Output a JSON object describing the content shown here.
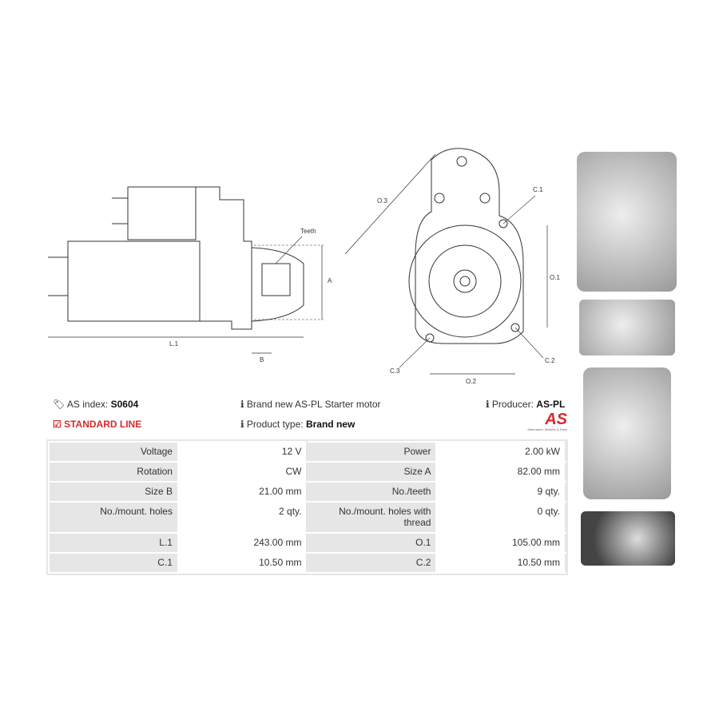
{
  "drawing_labels": {
    "teeth": "Teeth",
    "a": "A",
    "l1": "L.1",
    "b": "B",
    "o3": "O.3",
    "c1": "C.1",
    "o1": "O.1",
    "c2": "C.2",
    "c3": "C.3",
    "o2": "O.2"
  },
  "info": {
    "as_index_label": "AS index:",
    "as_index_value": "S0604",
    "line": "STANDARD LINE",
    "description": "Brand new AS-PL Starter motor",
    "product_type_label": "Product type:",
    "product_type_value": "Brand new",
    "producer_label": "Producer:",
    "producer_value": "AS-PL",
    "logo_text": "AS",
    "logo_tagline": "Alternators, Starters & Parts"
  },
  "specs": [
    {
      "k1": "Voltage",
      "v1": "12 V",
      "k2": "Power",
      "v2": "2.00 kW"
    },
    {
      "k1": "Rotation",
      "v1": "CW",
      "k2": "Size A",
      "v2": "82.00 mm"
    },
    {
      "k1": "Size B",
      "v1": "21.00 mm",
      "k2": "No./teeth",
      "v2": "9 qty."
    },
    {
      "k1": "No./mount. holes",
      "v1": "2 qty.",
      "k2": "No./mount. holes with thread",
      "v2": "0 qty."
    },
    {
      "k1": "L.1",
      "v1": "243.00 mm",
      "k2": "O.1",
      "v2": "105.00 mm"
    },
    {
      "k1": "C.1",
      "v1": "10.50 mm",
      "k2": "C.2",
      "v2": "10.50 mm"
    }
  ]
}
